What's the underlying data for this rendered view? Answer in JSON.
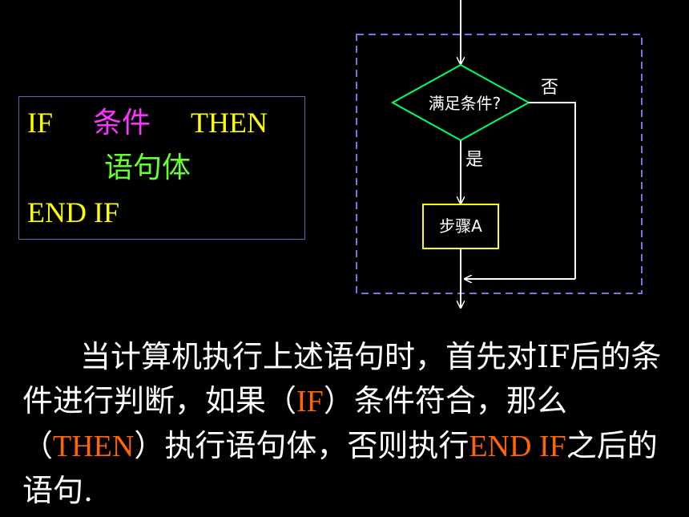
{
  "code": {
    "line1": {
      "kw_if": "IF",
      "cond": "条件",
      "kw_then": "THEN"
    },
    "line2": {
      "body": "语句体"
    },
    "line3": {
      "kw_endif": "END IF"
    }
  },
  "flowchart": {
    "decision": "满足条件?",
    "no_label": "否",
    "yes_label": "是",
    "step": "步骤A",
    "colors": {
      "decision_border": "#00ff66",
      "step_border": "#ffff00",
      "frame": "#8a6be0"
    }
  },
  "paragraph": {
    "p1": "当计算机执行上述语句时，首先对",
    "p2": "IF后的条件进行判断，如果（",
    "hl1": "IF",
    "p3": "）条件符合，那么（",
    "hl2": "THEN",
    "p4": "）执行语句体，否则执行",
    "hl3": "END IF",
    "p5": "之后的语句."
  }
}
